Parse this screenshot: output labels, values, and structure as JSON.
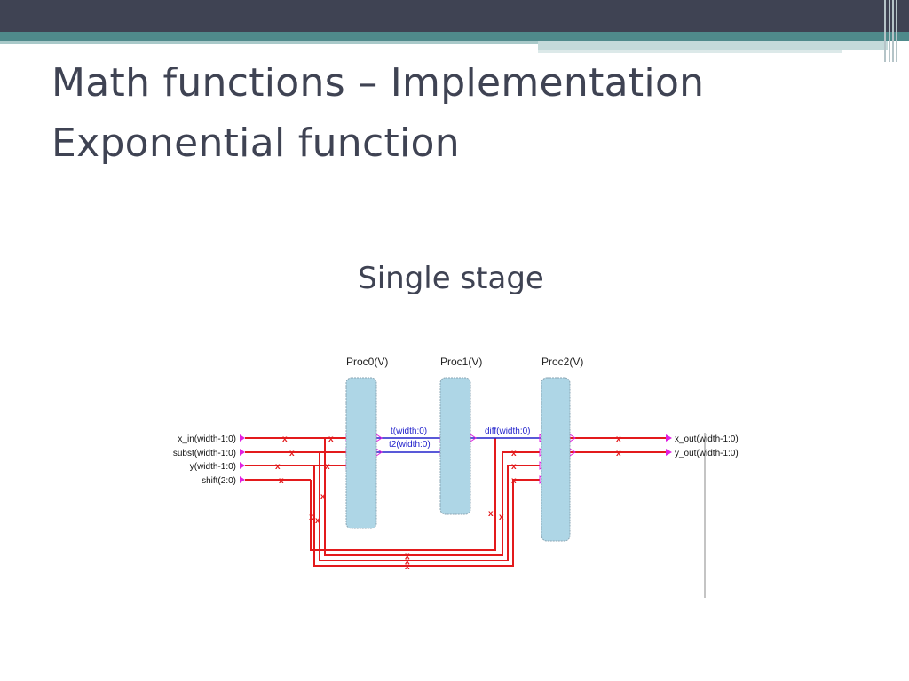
{
  "slide": {
    "title_line1": "Math functions – Implementation",
    "title_line2": "Exponential function",
    "subtitle": "Single stage"
  },
  "diagram": {
    "blocks": [
      {
        "name": "Proc0(V)"
      },
      {
        "name": "Proc1(V)"
      },
      {
        "name": "Proc2(V)"
      }
    ],
    "inputs": [
      "x_in(width-1:0)",
      "subst(width-1:0)",
      "y(width-1:0)",
      "shift(2:0)"
    ],
    "outputs": [
      "x_out(width-1:0)",
      "y_out(width-1:0)"
    ],
    "signals": {
      "t": "t(width:0)",
      "t2": "t2(width:0)",
      "diff": "diff(width:0)"
    },
    "colors": {
      "wire": "#e31a1c",
      "block_fill": "#aed6e6",
      "port": "#e020e0",
      "signal_text": "#2222cc"
    }
  }
}
